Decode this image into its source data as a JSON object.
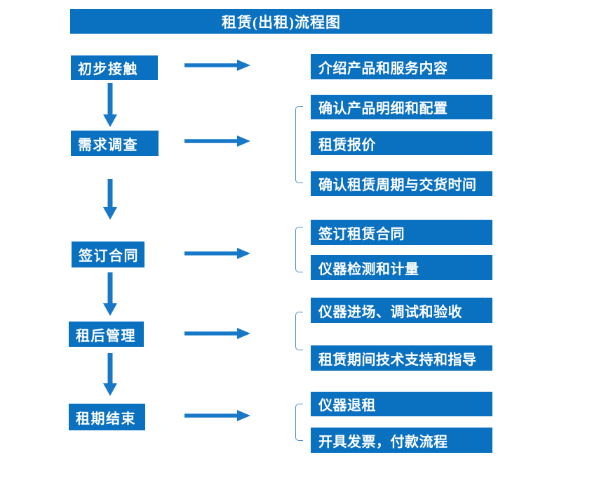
{
  "title": "租赁(出租)流程图",
  "colors": {
    "box_blue": "#0a70c0",
    "arrow_blue": "#1878c8",
    "bracket_blue": "#4a8ed0",
    "text_white": "#ffffff",
    "background": "#ffffff"
  },
  "icons": {
    "right_arrow": "arrow-right-icon",
    "down_arrow": "arrow-down-icon",
    "group_bracket": "bracket-icon"
  },
  "steps": [
    {
      "label": "初步接触",
      "outputs": [
        "介绍产品和服务内容"
      ]
    },
    {
      "label": "需求调查",
      "outputs": [
        "确认产品明细和配置",
        "租赁报价",
        "确认租赁周期与交货时间"
      ]
    },
    {
      "label": "签订合同",
      "outputs": [
        "签订租赁合同",
        "仪器检测和计量"
      ]
    },
    {
      "label": "租后管理",
      "outputs": [
        "仪器进场、调试和验收",
        "租赁期间技术支持和指导"
      ]
    },
    {
      "label": "租期结束",
      "outputs": [
        "仪器退租",
        "开具发票，付款流程"
      ]
    }
  ]
}
